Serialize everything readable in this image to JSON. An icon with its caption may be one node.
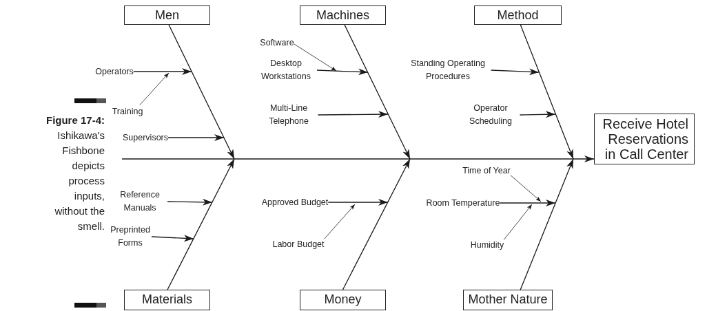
{
  "diagram": {
    "caption": "**Figure 17-4:** Ishikawa's Fishbone depicts process inputs, without the smell.",
    "nodes": [
      {
        "text": [
          "Men"
        ]
      },
      {
        "text": [
          "Machines"
        ]
      },
      {
        "text": [
          "Method"
        ]
      },
      {
        "text": [
          "Operators"
        ]
      },
      {
        "text": [
          "Software"
        ]
      },
      {
        "text": [
          "Desktop Workstations"
        ]
      },
      {
        "text": [
          "Standing Operating Procedures"
        ]
      },
      {
        "text": [
          "Training"
        ]
      },
      {
        "text": [
          "Multi-Line Telephone"
        ]
      },
      {
        "text": [
          "Operator Scheduling"
        ]
      },
      {
        "text": [
          "Supervisors"
        ]
      },
      {
        "text": [
          "Receive Hotel Reservations in Call Center"
        ]
      },
      {
        "text": [
          "Time of Year"
        ]
      },
      {
        "text": [
          "Reference Manuals"
        ]
      },
      {
        "text": [
          "Approved Budget"
        ]
      },
      {
        "text": [
          "Room Temperature"
        ]
      },
      {
        "text": [
          "Preprinted Forms"
        ]
      },
      {
        "text": [
          "Labor Budget"
        ]
      },
      {
        "text": [
          "Humidity"
        ]
      },
      {
        "text": [
          "Materials"
        ]
      },
      {
        "text": [
          "Money"
        ]
      },
      {
        "text": [
          "Mother Nature"
        ]
      }
    ],
    "edges": [
      {
        "from": 0,
        "to": null,
        "arrow": "to"
      },
      {
        "from": 1,
        "to": null,
        "arrow": "to"
      },
      {
        "from": 2,
        "to": null,
        "arrow": "to"
      },
      {
        "from": 19,
        "to": null,
        "arrow": "to"
      },
      {
        "from": 20,
        "to": null,
        "arrow": "to"
      },
      {
        "from": 21,
        "to": null,
        "arrow": "to"
      },
      {
        "from": null,
        "to": 11,
        "arrow": "to"
      },
      {
        "from": 3,
        "to": null,
        "arrow": "to"
      },
      {
        "from": 7,
        "to": null,
        "arrow": "to"
      },
      {
        "from": 10,
        "to": null,
        "arrow": "to"
      },
      {
        "from": 4,
        "to": null,
        "arrow": "to"
      },
      {
        "from": 5,
        "to": null,
        "arrow": "to"
      },
      {
        "from": 8,
        "to": null,
        "arrow": "to"
      },
      {
        "from": 6,
        "to": null,
        "arrow": "to"
      },
      {
        "from": 9,
        "to": null,
        "arrow": "to"
      },
      {
        "from": 12,
        "to": null,
        "arrow": "to"
      },
      {
        "from": 13,
        "to": null,
        "arrow": "to"
      },
      {
        "from": 14,
        "to": null,
        "arrow": "to"
      },
      {
        "from": 15,
        "to": null,
        "arrow": "to"
      },
      {
        "from": 16,
        "to": null,
        "arrow": "to"
      },
      {
        "from": 17,
        "to": null,
        "arrow": "to"
      },
      {
        "from": 18,
        "to": null,
        "arrow": "to"
      }
    ]
  }
}
